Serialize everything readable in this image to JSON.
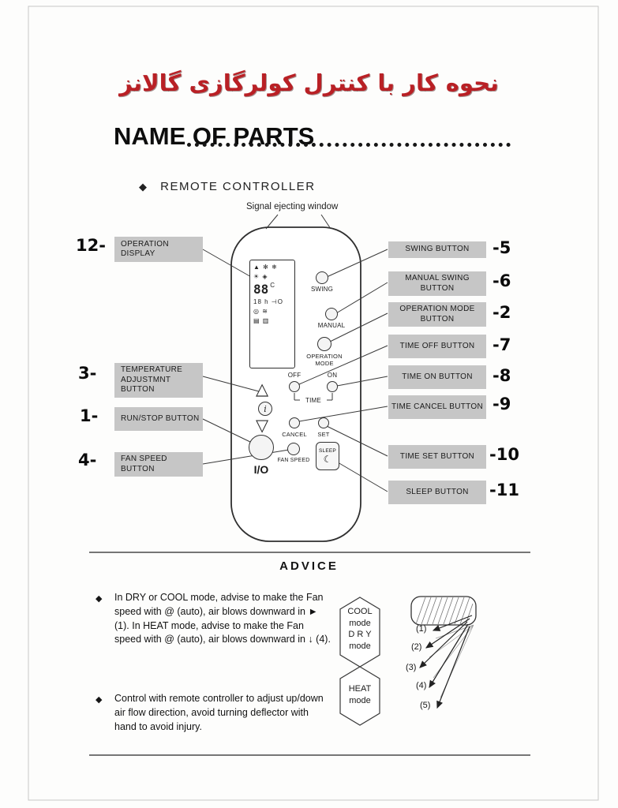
{
  "page": {
    "title_fa": "نحوه کار با کنترل کولرگازی گالانز",
    "heading": "NAME OF PARTS",
    "sub_heading_bullet": "◆",
    "sub_heading": "REMOTE CONTROLLER",
    "signal_window_label": "Signal ejecting window"
  },
  "remote": {
    "lcd": {
      "r1": "▲ ✻ ❄",
      "r2": "☀ ◈",
      "r3": "88",
      "r3_unit": "C",
      "r4": "18 h ⊣O",
      "r5": "◎ ≋",
      "r6": "▤ ▥"
    },
    "buttons": {
      "swing": "SWING",
      "manual": "MANUAL",
      "operation_mode": "OPERATION\nMODE",
      "off": "OFF",
      "on": "ON",
      "time": "TIME",
      "cancel": "CANCEL",
      "set": "SET",
      "up": "△",
      "info": "i",
      "down": "▽",
      "io": "I/O",
      "fan_speed": "FAN SPEED",
      "sleep": "SLEEP",
      "sleep_icon": "☾"
    }
  },
  "callouts_left": [
    {
      "num": "12-",
      "label": "OPERATION DISPLAY"
    },
    {
      "num": "3-",
      "label": "TEMPERATURE ADJUSTMNT BUTTON"
    },
    {
      "num": "1-",
      "label": "RUN/STOP BUTTON"
    },
    {
      "num": "4-",
      "label": "FAN SPEED BUTTON"
    }
  ],
  "callouts_right": [
    {
      "num": "-5",
      "label": "SWING BUTTON"
    },
    {
      "num": "-6",
      "label": "MANUAL SWING BUTTON"
    },
    {
      "num": "-2",
      "label": "OPERATION MODE BUTTON"
    },
    {
      "num": "-7",
      "label": "TIME OFF BUTTON"
    },
    {
      "num": "-8",
      "label": "TIME ON BUTTON"
    },
    {
      "num": "-9",
      "label": "TIME CANCEL BUTTON"
    },
    {
      "num": "-10",
      "label": "TIME SET BUTTON"
    },
    {
      "num": "-11",
      "label": "SLEEP BUTTON"
    }
  ],
  "advice": {
    "title": "ADVICE",
    "bullet_glyph": "◆",
    "bullet1": "In DRY or COOL mode, advise to make the Fan speed with @ (auto), air blows downward in ► (1). In HEAT mode, advise to make the Fan speed with @ (auto), air blows downward in ↓ (4).",
    "bullet2": "Control with remote controller to adjust up/down air flow direction, avoid turning deflector with hand to avoid injury.",
    "cool_dry_box": "COOL\nmode\nD R Y\nmode",
    "heat_box": "HEAT\nmode",
    "arrow_labels": [
      "(1)",
      "(2)",
      "(3)",
      "(4)",
      "(5)"
    ]
  },
  "colors": {
    "title_red": "#b92025",
    "callout_gray": "#c6c6c6"
  }
}
